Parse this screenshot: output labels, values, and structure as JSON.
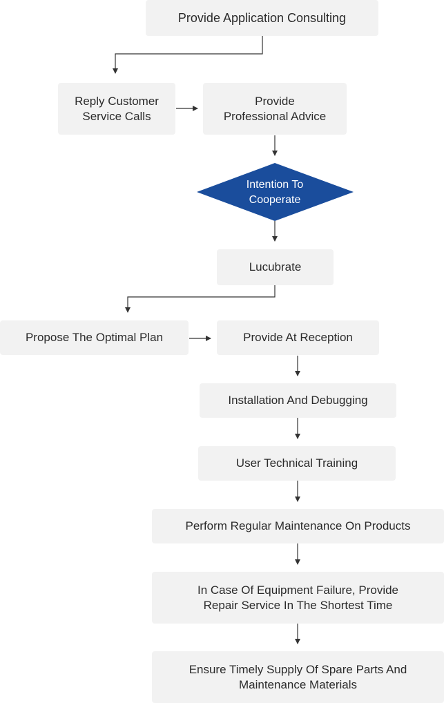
{
  "nodes": {
    "consulting": "Provide Application Consulting",
    "reply_calls": "Reply Customer\nService Calls",
    "professional_advice": "Provide\nProfessional Advice",
    "intention": "Intention To\nCooperate",
    "lucubrate": "Lucubrate",
    "optimal_plan": "Propose The Optimal Plan",
    "reception": "Provide At Reception",
    "installation": "Installation And Debugging",
    "training": "User Technical Training",
    "maintenance": "Perform Regular Maintenance On Products",
    "repair": "In Case Of Equipment Failure, Provide\nRepair Service In The Shortest Time",
    "spare_parts": "Ensure Timely Supply Of Spare Parts And\nMaintenance Materials"
  },
  "colors": {
    "box_fill": "#f2f2f2",
    "decision_fill": "#1a4d9c",
    "line": "#333333"
  }
}
